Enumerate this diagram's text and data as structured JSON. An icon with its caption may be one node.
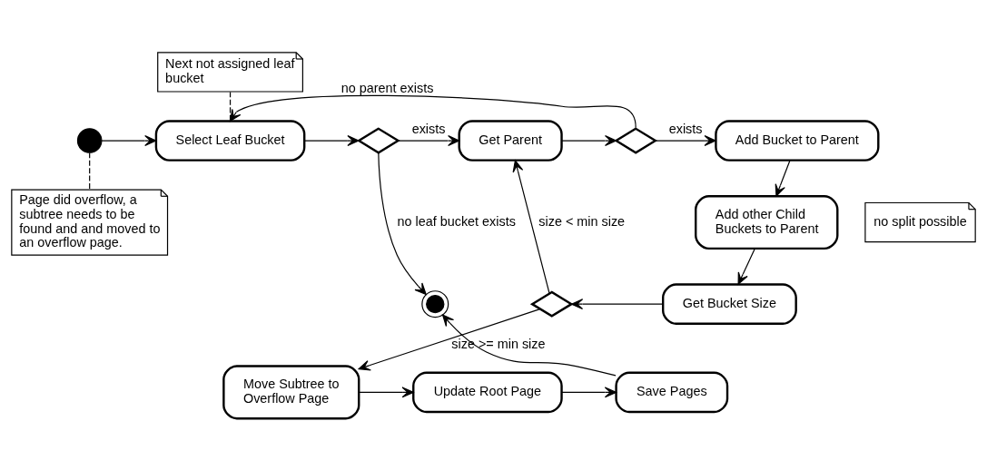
{
  "diagram": {
    "nodes": [
      {
        "text": [
          "Next not assigned leaf bucket"
        ]
      },
      {
        "text": [],
        "shape": "circle"
      },
      {
        "text": [
          "Select Leaf Bucket"
        ]
      },
      {
        "text": [],
        "shape": "diamond"
      },
      {
        "text": [
          "Get Parent"
        ]
      },
      {
        "text": [],
        "shape": "diamond"
      },
      {
        "text": [
          "Add Bucket to Parent"
        ]
      },
      {
        "text": [
          "Page did overflow, a subtree needs to be found and and moved to an overflow page."
        ]
      },
      {
        "text": [
          "no split possible"
        ]
      },
      {
        "text": [
          "Add other Child Buckets to Parent"
        ]
      },
      {
        "text": [],
        "shape": "circle"
      },
      {
        "text": [
          "Get Bucket Size"
        ]
      },
      {
        "text": [],
        "shape": "diamond"
      },
      {
        "text": [
          "Save Pages"
        ]
      },
      {
        "text": [
          "Update Root Page"
        ]
      },
      {
        "text": [
          "Move Subtree to Overflow Page"
        ]
      }
    ],
    "edges": [
      {
        "from": 0,
        "to": 2,
        "arrow": "none",
        "style": "dashed"
      },
      {
        "from": 1,
        "to": 2,
        "arrow": "to"
      },
      {
        "from": 1,
        "to": 7,
        "arrow": "none",
        "style": "dashed"
      },
      {
        "from": 2,
        "to": 3,
        "arrow": "to"
      },
      {
        "from": 3,
        "to": 4,
        "arrow": "to",
        "label": "exists"
      },
      {
        "from": 5,
        "to": 2,
        "arrow": "to",
        "label": "no parent exists"
      },
      {
        "from": 4,
        "to": 5,
        "arrow": "to"
      },
      {
        "from": 5,
        "to": 6,
        "arrow": "to",
        "label": "exists"
      },
      {
        "from": 3,
        "to": 10,
        "arrow": "to",
        "label": "no leaf bucket exists"
      },
      {
        "from": 6,
        "to": 9,
        "arrow": "to"
      },
      {
        "from": 9,
        "to": 11,
        "arrow": "to"
      },
      {
        "from": 11,
        "to": 12,
        "arrow": "to"
      },
      {
        "from": 12,
        "to": 4,
        "arrow": "to",
        "label": "size < min size"
      },
      {
        "from": 12,
        "to": 15,
        "arrow": "to",
        "label": "size >= min size"
      },
      {
        "from": 15,
        "to": 14,
        "arrow": "to"
      },
      {
        "from": 14,
        "to": 13,
        "arrow": "to"
      },
      {
        "from": 13,
        "to": 10,
        "arrow": "to"
      }
    ]
  }
}
